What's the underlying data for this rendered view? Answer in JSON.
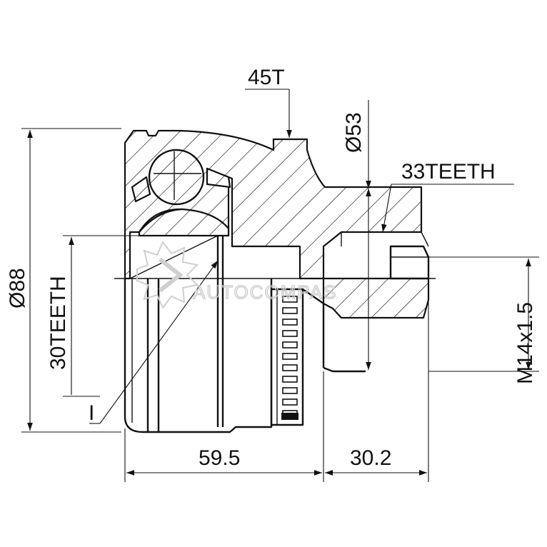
{
  "drawing": {
    "labels": {
      "spline_outer": "45T",
      "diameter_seal": "Ø53",
      "teeth_outer": "33TEETH",
      "diameter_body": "Ø88",
      "teeth_inner": "30TEETH",
      "thread": "M14x1.5",
      "abs_ring_mark": "I",
      "length_body": "59.5",
      "length_stub": "30.2"
    },
    "watermark": "AUTOCOMPAS"
  }
}
